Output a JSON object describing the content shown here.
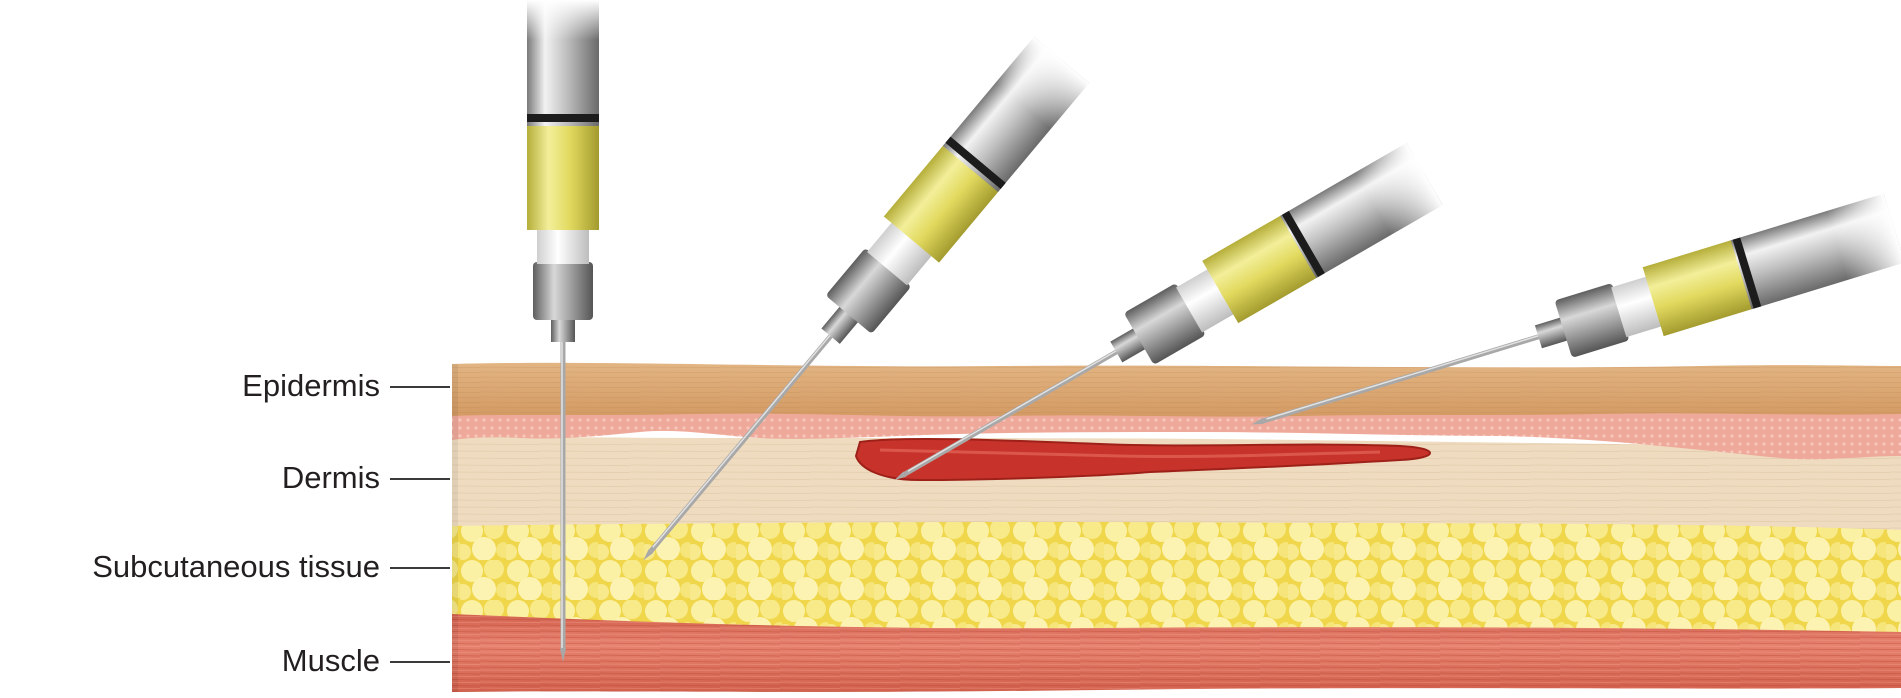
{
  "labels": {
    "epidermis": "Epidermis",
    "dermis": "Dermis",
    "subcutaneous": "Subcutaneous tissue",
    "muscle": "Muscle"
  },
  "colors": {
    "epidermis": "#d9a46e",
    "papillary_dermis": "#eda497",
    "dermis": "#efdcc0",
    "fat": "#f4e56e",
    "muscle": "#dd7361",
    "blood": "#c7332a",
    "syringe_fluid": "#e6e072",
    "hub": "#9a9a9a",
    "needle": "#a8a8a8"
  },
  "icons": {
    "needle": "hypodermic-syringe-icon"
  }
}
